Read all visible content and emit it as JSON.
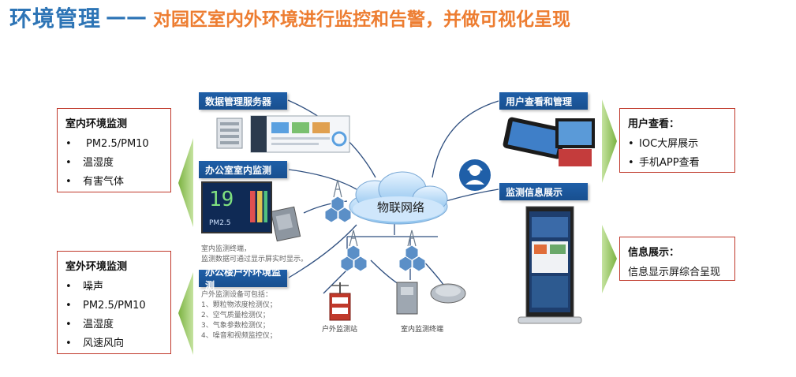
{
  "header": {
    "title": "环境管理",
    "dash": "——",
    "subtitle": "对园区室内外环境进行监控和告警，并做可视化呈现"
  },
  "indoor_box": {
    "title": "室内环境监测",
    "items": [
      "PM2.5/PM10",
      "温湿度",
      "有害气体"
    ]
  },
  "outdoor_box": {
    "title": "室外环境监测",
    "items": [
      "噪声",
      "PM2.5/PM10",
      "温湿度",
      "风速风向"
    ]
  },
  "user_box": {
    "title": "用户查看：",
    "items": [
      "IOC大屏展示",
      "手机APP查看"
    ]
  },
  "info_box": {
    "title": "信息展示：",
    "text": "信息显示屏综合呈现"
  },
  "bullet": "•",
  "labels": {
    "data_server": "数据管理服务器",
    "office_indoor": "办公室室内监测",
    "outdoor_monitor": "办公楼户外环境监测",
    "user_view": "用户查看和管理",
    "info_display": "监测信息展示"
  },
  "cloud": "物联网络",
  "indoor_note": [
    "室内监测终端，",
    "监测数据可通过显示屏实时显示。"
  ],
  "indoor_screen": {
    "value": "19",
    "unit": "PM2.5"
  },
  "outdoor_note": {
    "title": "户外监测设备可包括：",
    "items": [
      "1、颗粒物浓度检测仪；",
      "2、空气质量检测仪；",
      "3、气象参数检测仪；",
      "4、噪音和视频监控仪；"
    ]
  },
  "devices": {
    "outdoor_station": "户外监测站",
    "indoor_terminal": "室内监测终端"
  },
  "colors": {
    "accent_blue": "#2e75b6",
    "accent_orange": "#ed7d31",
    "box_border": "#c0392b",
    "chevron_green": "#8bc34a",
    "label_blue": "#1f5fa8"
  }
}
